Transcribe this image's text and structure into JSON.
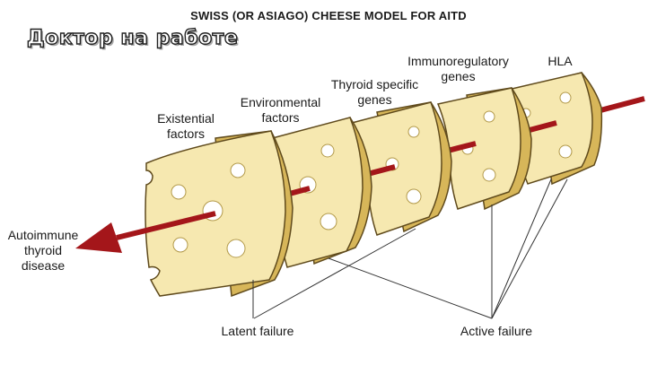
{
  "title": "SWISS (OR ASIAGO) CHEESE MODEL FOR AITD",
  "watermark": "Доктор на работе",
  "slices": [
    {
      "line1": "Existential",
      "line2": "factors"
    },
    {
      "line1": "Environmental",
      "line2": "factors"
    },
    {
      "line1": "Thyroid specific",
      "line2": "genes"
    },
    {
      "line1": "Immunoregulatory",
      "line2": "genes"
    },
    {
      "line1": "HLA",
      "line2": ""
    }
  ],
  "outcome": {
    "line1": "Autoimmune",
    "line2": "thyroid",
    "line3": "disease"
  },
  "failures": {
    "latent": "Latent failure",
    "active": "Active failure"
  },
  "colors": {
    "cheese_face": "#f6e8b0",
    "cheese_side": "#d7b659",
    "outline": "#5f4a1c",
    "arrow": "#a4161a"
  }
}
